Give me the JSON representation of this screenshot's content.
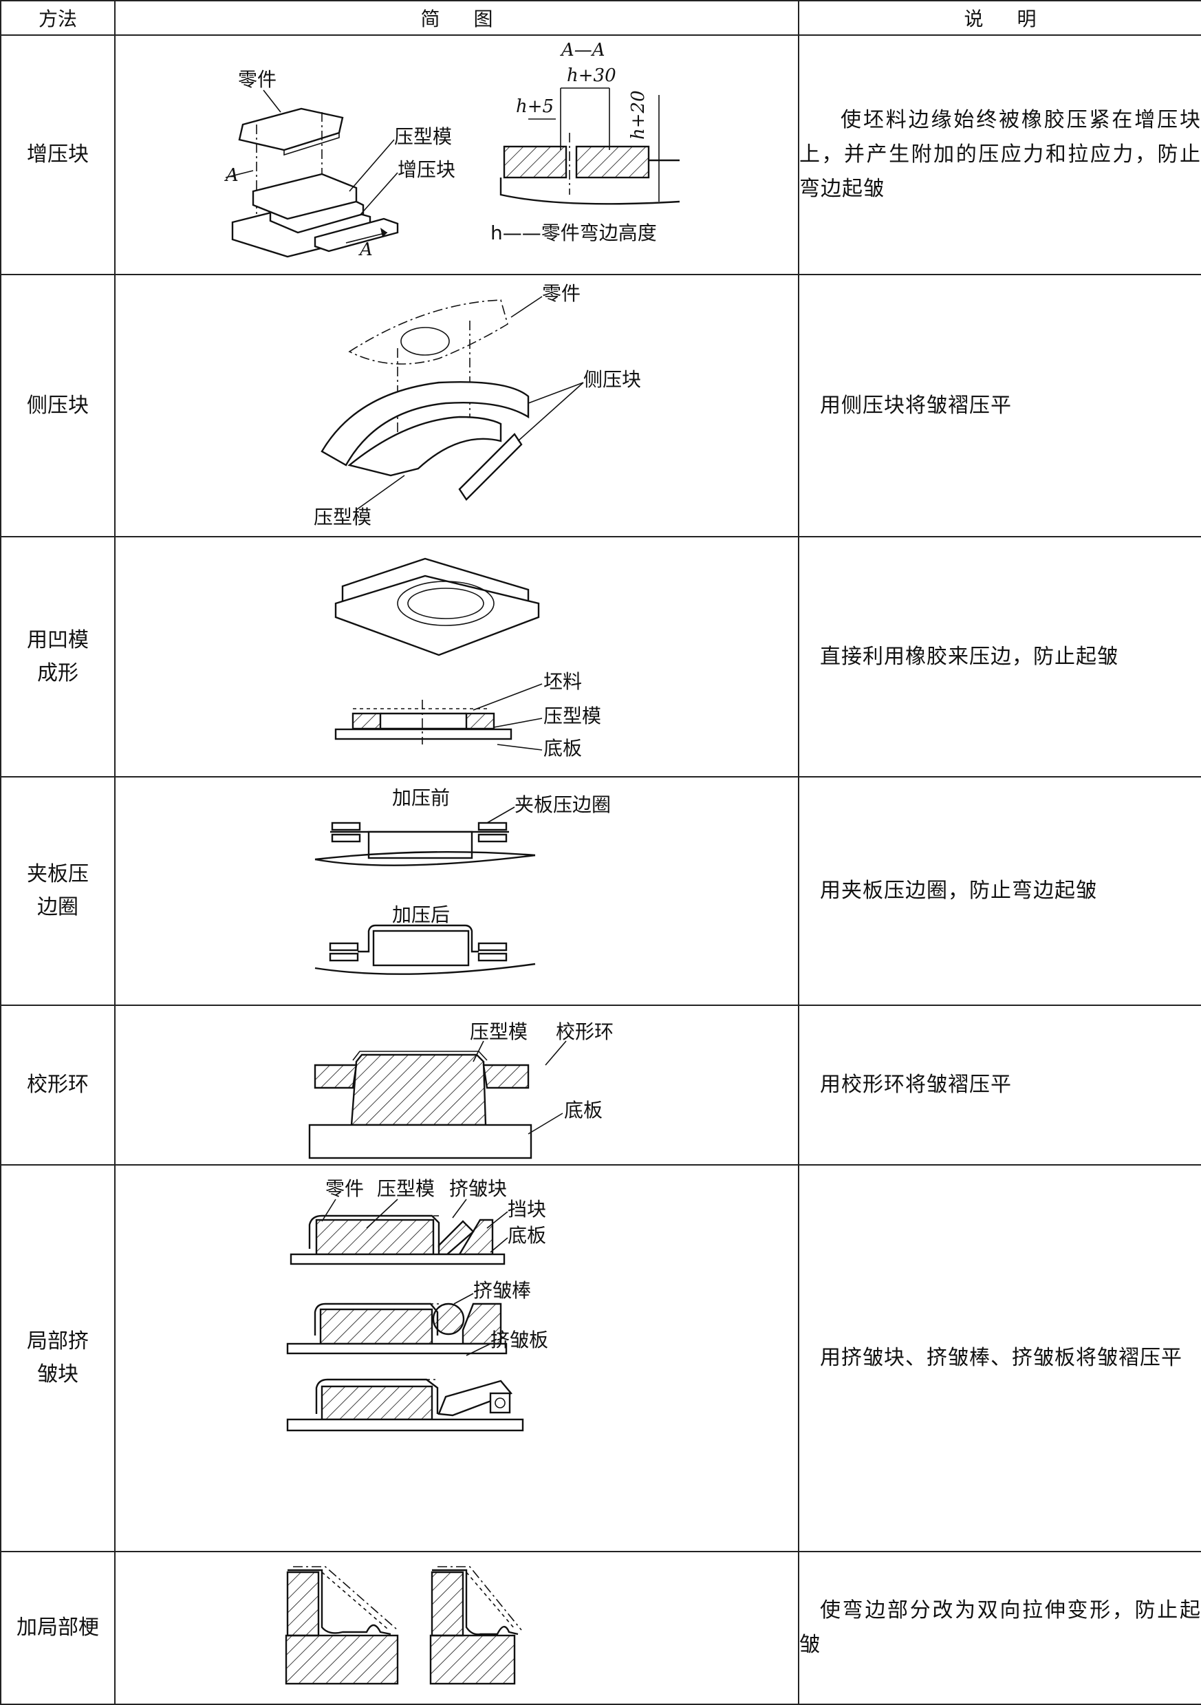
{
  "header": {
    "method": "方法",
    "figure": "简 图",
    "description": "说 明"
  },
  "rows": [
    {
      "method": [
        "增压块"
      ],
      "labels": {
        "part": "零件",
        "die": "压型模",
        "block": "增压块",
        "section": "A—A",
        "h30": "h+30",
        "h5": "h+5",
        "h20": "h+20",
        "arrowA1": "A",
        "arrowA2": "A",
        "note": "h——零件弯边高度"
      },
      "description": "使坯料边缘始终被橡胶压紧在增压块上，并产生附加的压应力和拉应力，防止弯边起皱"
    },
    {
      "method": [
        "侧压块"
      ],
      "labels": {
        "part": "零件",
        "side_block": "侧压块",
        "die": "压型模"
      },
      "description": "用侧压块将皱褶压平"
    },
    {
      "method": [
        "用凹模",
        "成形"
      ],
      "labels": {
        "blank": "坯料",
        "die": "压型模",
        "base": "底板"
      },
      "description": "直接利用橡胶来压边，防止起皱"
    },
    {
      "method": [
        "夹板压",
        "边圈"
      ],
      "labels": {
        "before": "加压前",
        "ring": "夹板压边圈",
        "after": "加压后"
      },
      "description": "用夹板压边圈，防止弯边起皱"
    },
    {
      "method": [
        "校形环"
      ],
      "labels": {
        "die": "压型模",
        "ring": "校形环",
        "base": "底板"
      },
      "description": "用校形环将皱褶压平"
    },
    {
      "method": [
        "局部挤",
        "皱块"
      ],
      "labels": {
        "part": "零件",
        "die": "压型模",
        "squeeze_block": "挤皱块",
        "stop": "挡块",
        "base": "底板",
        "squeeze_bar": "挤皱棒",
        "squeeze_plate": "挤皱板"
      },
      "description": "用挤皱块、挤皱棒、挤皱板将皱褶压平"
    },
    {
      "method": [
        "加局部梗"
      ],
      "labels": {},
      "description": "使弯边部分改为双向拉伸变形，防止起皱"
    }
  ]
}
